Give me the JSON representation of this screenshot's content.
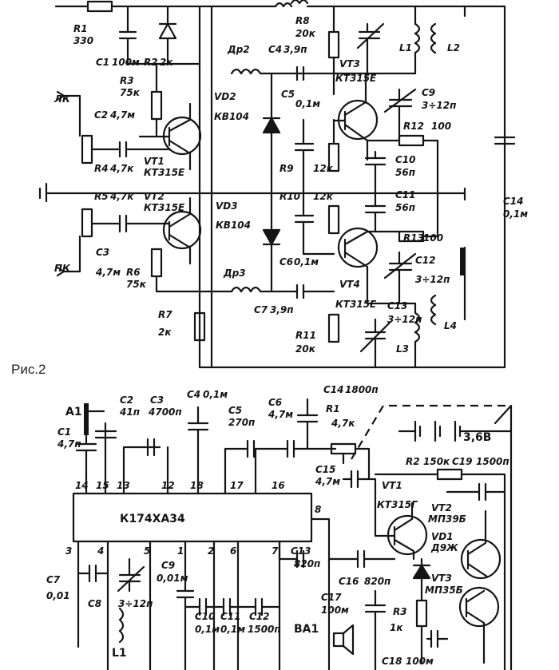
{
  "figure_caption": "Рис.2",
  "schematic_top": {
    "inputs": {
      "left": "ЛК",
      "right": "ПК"
    },
    "labels": [
      "R1",
      "330",
      "C1",
      "100м",
      "R2",
      "2к",
      "R3",
      "75к",
      "Др2",
      "C4",
      "3,9п",
      "R8",
      "20к",
      "VT3",
      "КТ315Е",
      "L1",
      "L2",
      "C2",
      "4,7м",
      "VD2",
      "КВ104",
      "C5",
      "0,1м",
      "C9",
      "3÷12п",
      "R12",
      "100",
      "VT1",
      "КТ315Е",
      "R4",
      "4,7к",
      "R9",
      "12к",
      "C10",
      "56п",
      "R5",
      "4,7к",
      "VT2",
      "КТ315Е",
      "R10",
      "12к",
      "C11",
      "56п",
      "C14",
      "0,1м",
      "VD3",
      "КВ104",
      "R13",
      "100",
      "C3",
      "4,7м",
      "R6",
      "75к",
      "C6",
      "0,1м",
      "Др3",
      "C12",
      "3÷12п",
      "VT4",
      "КТ315Е",
      "R7",
      "2к",
      "C7",
      "3,9п",
      "C13",
      "3÷12п",
      "R11",
      "20к",
      "L3",
      "L4"
    ]
  },
  "schematic_bottom": {
    "ic": {
      "name": "К174ХА34",
      "pins_top": [
        "14",
        "15",
        "13",
        "12",
        "18",
        "17",
        "16"
      ],
      "pins_bottom": [
        "3",
        "4",
        "5",
        "1",
        "2",
        "6",
        "7"
      ],
      "pin_right": "8"
    },
    "battery": "3,6В",
    "labels": [
      "A1",
      "C1",
      "4,7п",
      "C2",
      "41п",
      "C3",
      "4700п",
      "C4",
      "0,1м",
      "C5",
      "270п",
      "C6",
      "4,7м",
      "C14",
      "1800п",
      "R1",
      "4,7к",
      "C15",
      "4,7м",
      "R2",
      "150к",
      "C19",
      "1500п",
      "VT1",
      "КТ315Г",
      "VT2",
      "МП39Б",
      "VD1",
      "Д9Ж",
      "VT3",
      "МП35Б",
      "C7",
      "0,01",
      "C8",
      "3÷12п",
      "C9",
      "0,01м",
      "C10",
      "0,1м",
      "C11",
      "0,1м",
      "C12",
      "1500п",
      "C13",
      "820п",
      "C16",
      "820п",
      "C17",
      "100м",
      "R3",
      "1к",
      "BA1",
      "L1",
      "C18",
      "100м"
    ]
  }
}
